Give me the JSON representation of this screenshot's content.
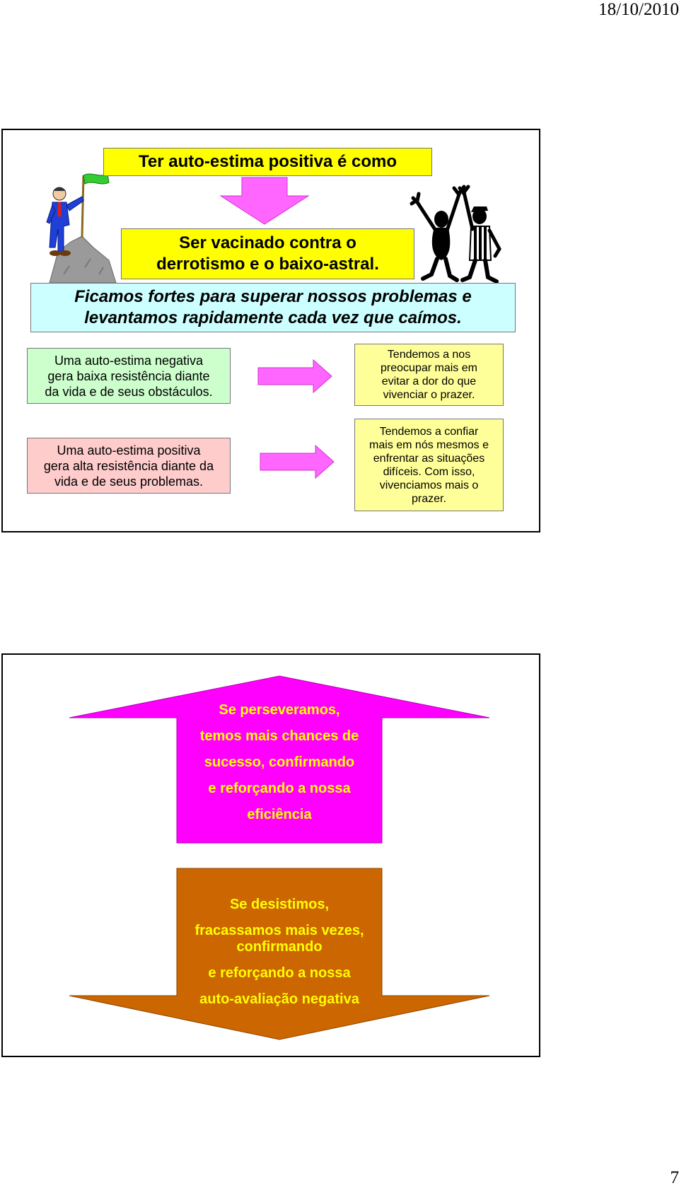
{
  "header": {
    "date": "18/10/2010"
  },
  "footer": {
    "page_number": "7"
  },
  "slide1": {
    "title": "Ter auto-estima positiva é como",
    "box2_line1": "Ser vacinado contra o",
    "box2_line2": "derrotismo e o baixo-astral.",
    "box3_line1": "Ficamos fortes para superar nossos problemas e",
    "box3_line2": "levantamos rapidamente cada vez que caímos.",
    "neg_lines": [
      "Uma auto-estima negativa",
      "gera baixa resistência diante",
      "da vida e de seus obstáculos."
    ],
    "pos_lines": [
      "Uma auto-estima positiva",
      "gera alta resistência diante da",
      "vida e de seus problemas."
    ],
    "res1_lines": [
      "Tendemos a nos",
      "preocupar mais em",
      "evitar a dor do que",
      "vivenciar o prazer."
    ],
    "res2_lines": [
      "Tendemos a confiar",
      "mais em nós mesmos e",
      "enfrentar as situações",
      "difíceis. Com isso,",
      "vivenciamos mais o",
      "prazer."
    ]
  },
  "slide2": {
    "up_lines": [
      "Se perseveramos,",
      "temos mais chances de",
      "sucesso, confirmando",
      "e reforçando a nossa",
      "eficiência"
    ],
    "down_lines": [
      "Se desistimos,",
      "fracassamos mais vezes,",
      "confirmando",
      "e reforçando a nossa",
      "auto-avaliação negativa"
    ]
  },
  "colors": {
    "yellow": "#ffff00",
    "cyan": "#ccffff",
    "green": "#ccffcc",
    "pink": "#ffcccc",
    "light_yellow": "#ffff99",
    "magenta": "#ff00ff",
    "orange": "#cc6600"
  }
}
